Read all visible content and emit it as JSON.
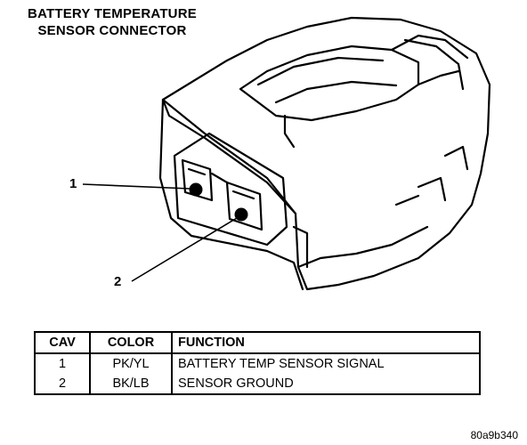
{
  "title": {
    "line1": "BATTERY TEMPERATURE",
    "line2": "SENSOR CONNECTOR"
  },
  "callouts": [
    "1",
    "2"
  ],
  "table": {
    "headers": [
      "CAV",
      "COLOR",
      "FUNCTION"
    ],
    "rows": [
      [
        "1",
        "PK/YL",
        "BATTERY TEMP SENSOR SIGNAL"
      ],
      [
        "2",
        "BK/LB",
        "SENSOR GROUND"
      ]
    ]
  },
  "figure_id": "80a9b340"
}
